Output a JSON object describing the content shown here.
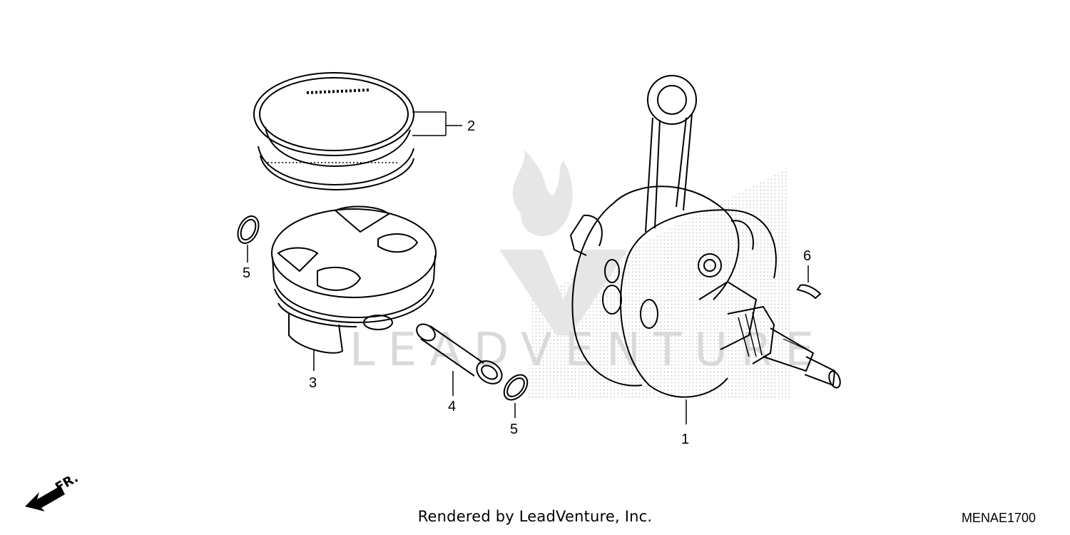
{
  "callouts": {
    "crankshaft": "1",
    "piston_rings": "2",
    "piston": "3",
    "piston_pin": "4",
    "pin_clip_left": "5",
    "pin_clip_right": "5",
    "key": "6"
  },
  "front_indicator": "FR.",
  "footer": {
    "credit": "Rendered by LeadVenture, Inc.",
    "diagram_code": "MENAE1700"
  },
  "watermark": {
    "text": "LEADVENTURE"
  },
  "colors": {
    "line": "#000000",
    "watermark": "#d9d9d9",
    "background": "#ffffff"
  }
}
